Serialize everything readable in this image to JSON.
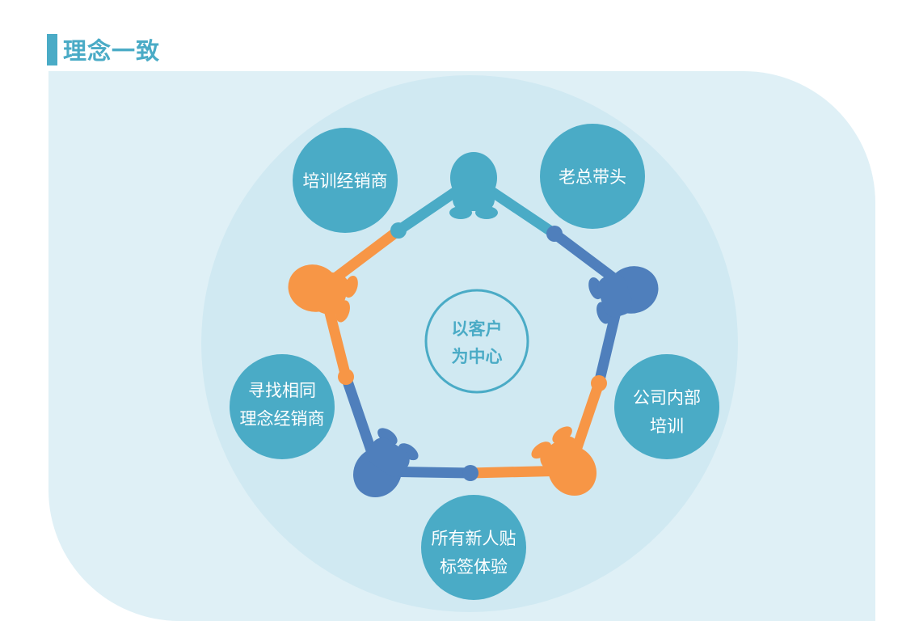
{
  "title": "理念一致",
  "center": {
    "line1": "以客户",
    "line2": "为中心"
  },
  "steps": [
    {
      "line1": "培训经销商",
      "line2": ""
    },
    {
      "line1": "老总带头",
      "line2": ""
    },
    {
      "line1": "公司内部",
      "line2": "培训"
    },
    {
      "line1": "所有新人贴",
      "line2": "标签体验"
    },
    {
      "line1": "寻找相同",
      "line2": "理念经销商"
    }
  ],
  "colors": {
    "teal": "#4aabc6",
    "blue": "#4f7fbc",
    "orange": "#f79646",
    "panel": "#dff0f6",
    "ring": "#d0e9f2"
  }
}
